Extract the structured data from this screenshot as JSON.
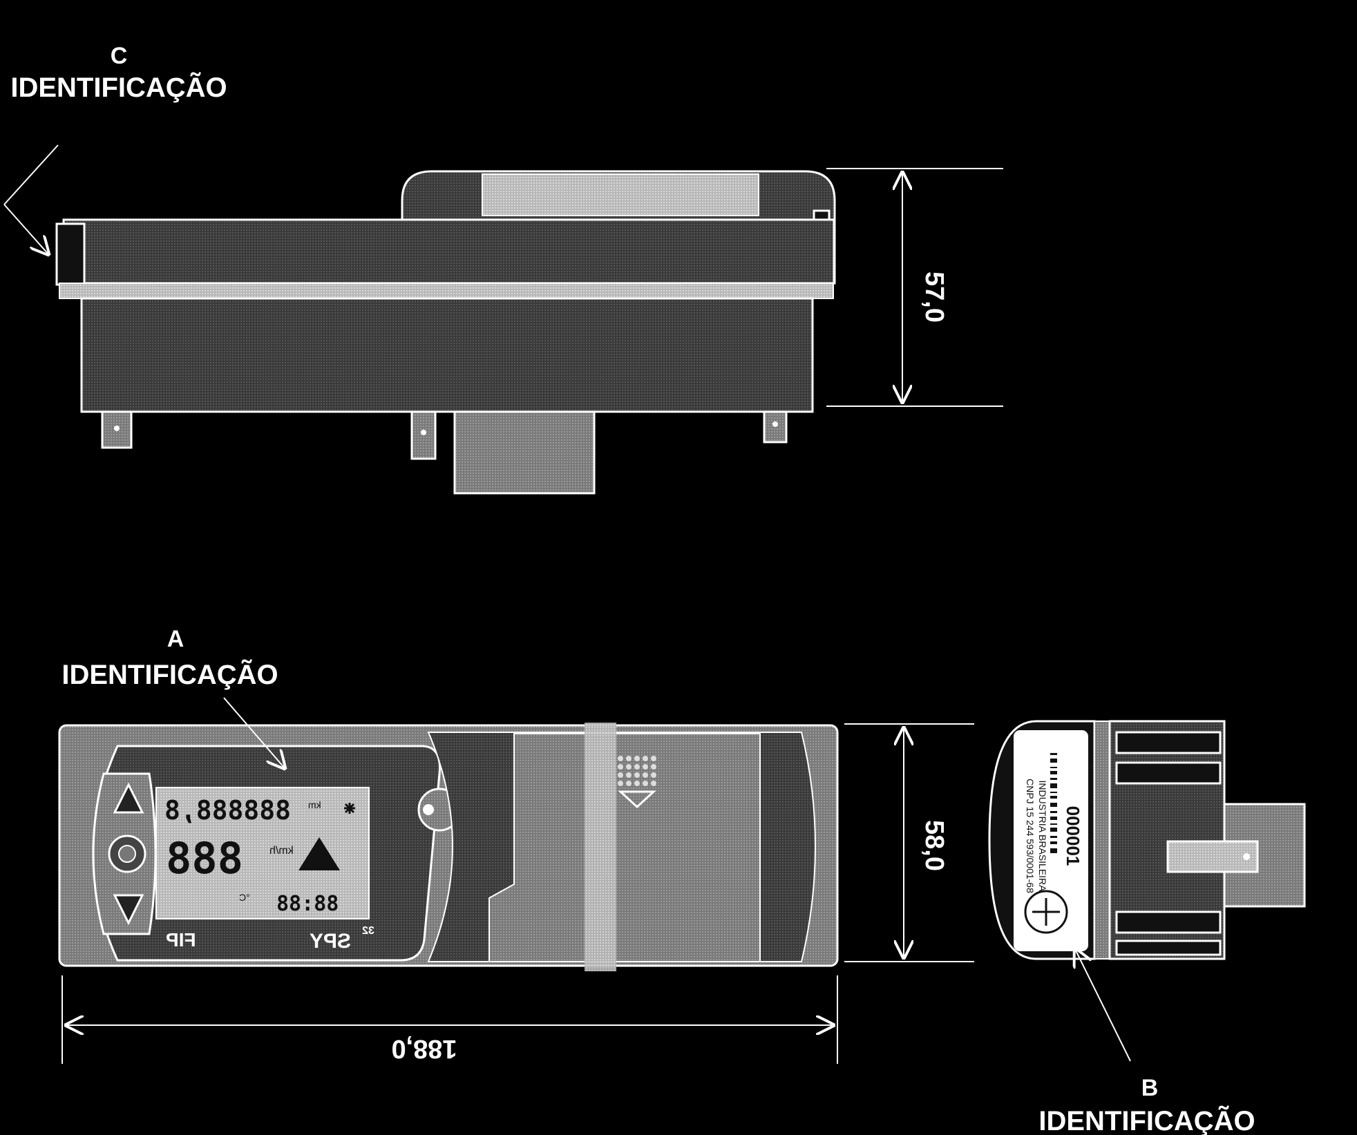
{
  "labels": {
    "id_c_letter": "C",
    "id_c_word": "IDENTIFICAÇÃO",
    "id_a_letter": "A",
    "id_a_word": "IDENTIFICAÇÃO",
    "id_b_letter": "B",
    "id_b_word": "IDENTIFICAÇÃO"
  },
  "dimensions": {
    "height_side_view": "57,0",
    "height_front_view": "58,0",
    "width_front_view": "188,0"
  },
  "display": {
    "odometer": "888888,8",
    "odometer_unit": "km",
    "speed": "888",
    "speed_unit": "km/h",
    "clock": "88:88",
    "temp_unit": "°C",
    "brand": "FIP",
    "model": "SPY",
    "model_sup": "32"
  },
  "tag_b": {
    "code": "000001",
    "line1": "CNPJ 15 244 593/0001-68",
    "line2": "INDUSTRIA BRASILEIRA"
  },
  "colors": {
    "background": "#000000",
    "line": "#ffffff",
    "body_gray": "#8a8a8a",
    "dark_panel": "#2b2b2b"
  }
}
